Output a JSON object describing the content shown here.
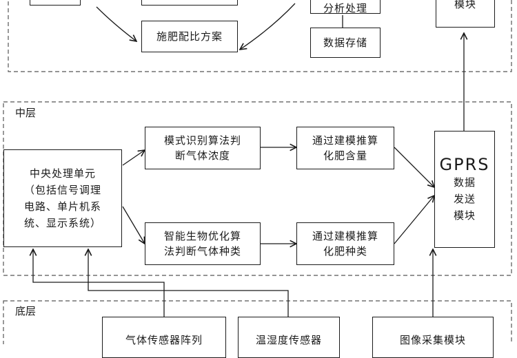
{
  "layers": {
    "middle": "中层",
    "bottom": "底层"
  },
  "top": {
    "fertilizer_plan": "施肥配比方案",
    "analysis": "分析处理",
    "data_storage": "数据存储",
    "module": "模块"
  },
  "middle": {
    "cpu": "中央处理单元\n（包括信号调理\n电路、单片机系\n统、显示系统）",
    "pattern_recognition": "模式识别算法判\n断气体浓度",
    "bio_optimization": "智能生物优化算\n法判断气体种类",
    "model_content": "通过建模推算\n化肥含量",
    "model_type": "通过建模推算\n化肥种类",
    "gprs_title": "GPRS",
    "gprs_module": "数据\n发送\n模块"
  },
  "bottom": {
    "gas_sensor": "气体传感器阵列",
    "temp_humidity": "温湿度传感器",
    "image_capture": "图像采集模块"
  },
  "colors": {
    "line": "#1a1a1a",
    "dash": "#555555"
  }
}
